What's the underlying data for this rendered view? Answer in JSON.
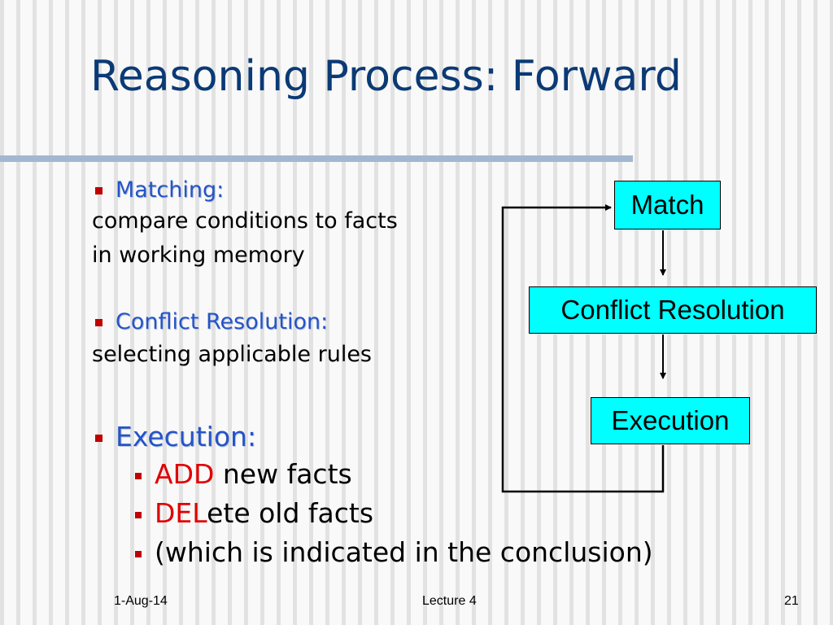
{
  "slide": {
    "title": "Reasoning Process: Forward",
    "bullets": [
      {
        "heading": "Matching:",
        "lines": [
          "compare conditions to facts",
          "in working memory"
        ]
      },
      {
        "heading": "Conflict Resolution:",
        "lines": [
          "selecting applicable rules"
        ]
      },
      {
        "heading": "Execution:",
        "subitems": [
          {
            "highlight": "ADD",
            "rest": " new facts"
          },
          {
            "highlight": "DEL",
            "rest": "ete old facts"
          },
          {
            "highlight": "",
            "rest": "(which is indicated in the conclusion)"
          }
        ]
      }
    ]
  },
  "flowchart": {
    "boxes": [
      "Match",
      "Conflict Resolution",
      "Execution"
    ]
  },
  "footer": {
    "date": "1-Aug-14",
    "center": "Lecture 4",
    "page_number": "21"
  },
  "colors": {
    "title": "#0b3a75",
    "heading": "#2554c7",
    "bullet": "#c00000",
    "highlight": "#e00000",
    "box_fill": "#00ffff"
  }
}
